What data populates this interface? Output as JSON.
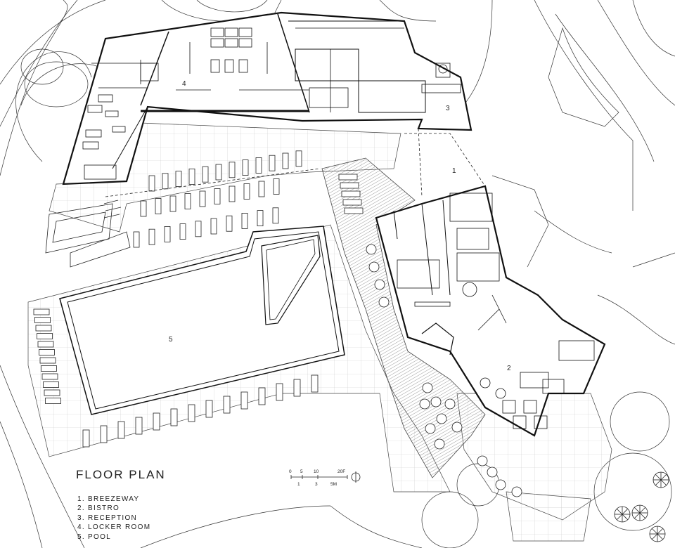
{
  "plan": {
    "title": "FLOOR PLAN",
    "legend": [
      "1.  BREEZEWAY",
      "2.  BISTRO",
      "3.  RECEPTION",
      "4.  LOCKER ROOM",
      "5.  POOL"
    ],
    "room_numbers": {
      "breezeway": "1",
      "bistro": "2",
      "reception": "3",
      "locker_room": "4",
      "pool": "5"
    },
    "scale": {
      "feet": [
        "0",
        "5",
        "10",
        "20F"
      ],
      "meters": [
        "1",
        "3",
        "5M"
      ]
    }
  }
}
